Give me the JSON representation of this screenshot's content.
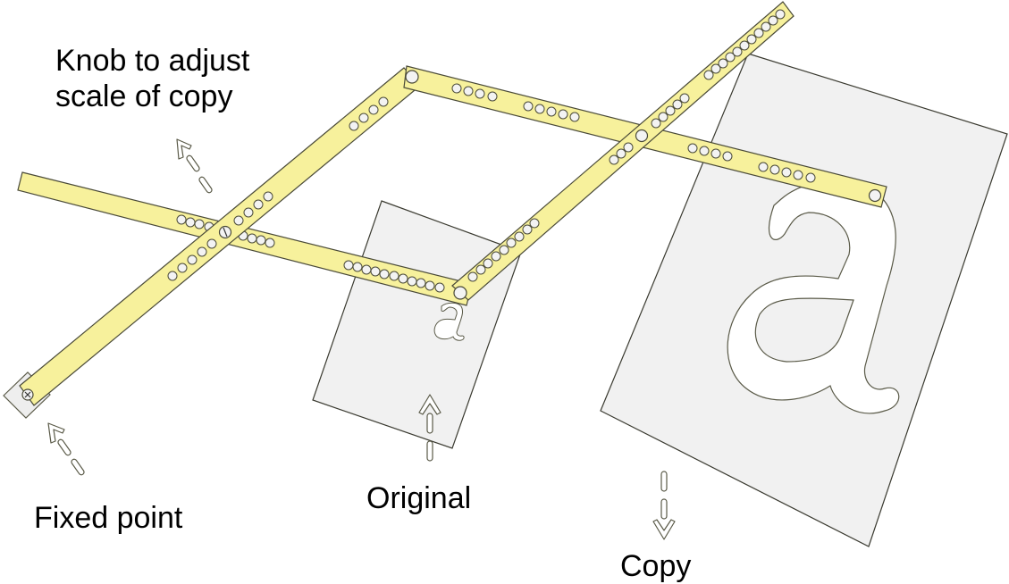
{
  "labels": {
    "knob": [
      "Knob to adjust",
      "scale of copy"
    ],
    "fixed_point": "Fixed point",
    "original": "Original",
    "copy": "Copy"
  },
  "glyphs": {
    "original_letter": "a",
    "copy_letter": "a"
  },
  "colors": {
    "arm_fill": "#f7f19c",
    "arm_stroke": "#4a4a38",
    "paper_fill": "#f1f1f1",
    "paper_stroke": "#3a3a30",
    "hole_fill": "#f3f3f3",
    "arrow_fill": "#ffffff",
    "text": "#000000"
  }
}
